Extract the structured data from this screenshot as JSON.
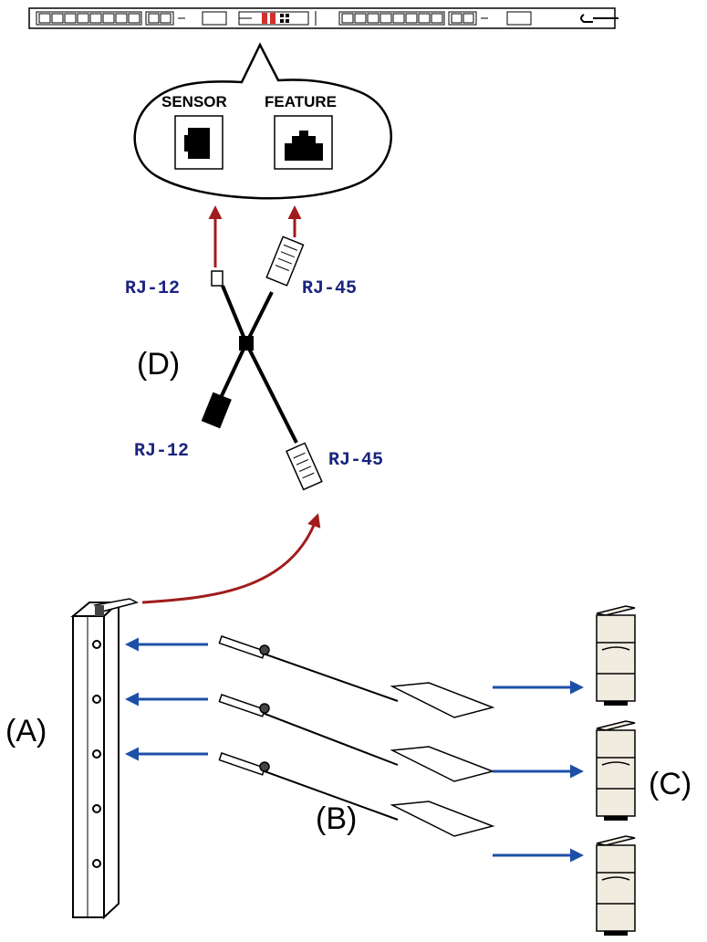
{
  "jacks": {
    "sensor_label": "SENSOR",
    "feature_label": "FEATURE"
  },
  "connectors": {
    "top_left": "RJ-12",
    "top_right": "RJ-45",
    "bottom_left": "RJ-12",
    "bottom_right": "RJ-45"
  },
  "parts": {
    "pdu": "(A)",
    "sensors": "(B)",
    "servers": "(C)",
    "cable": "(D)"
  },
  "colors": {
    "red_arrow": "#a01c1c",
    "blue_arrow": "#1e4fa8",
    "label_blue": "#1a237e",
    "server_fill": "#f1ece0"
  },
  "icons": [
    "pdu-strip",
    "rj12-jack",
    "rj45-jack",
    "splitter-cable",
    "sensor-probe",
    "server-tower"
  ]
}
